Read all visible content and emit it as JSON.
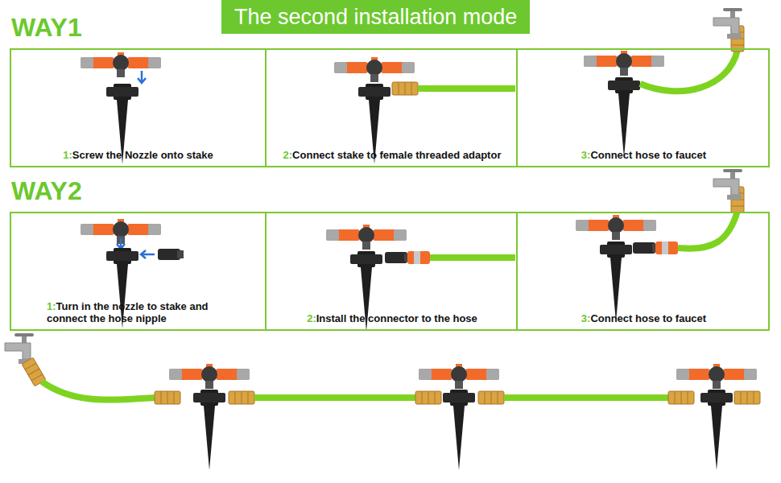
{
  "diagram": {
    "title": "The second installation mode",
    "nodes": [
      {
        "text": [
          "WAY1"
        ]
      },
      {
        "text": [
          "1:",
          "Screw the Nozzle onto stake"
        ],
        "in": 0
      },
      {
        "text": [
          "2:",
          "Connect stake to female threaded adaptor"
        ],
        "in": 0
      },
      {
        "text": [
          "3:",
          "Connect hose to faucet"
        ],
        "in": 0
      },
      {
        "text": [
          "WAY2"
        ]
      },
      {
        "text": [
          "1:",
          "Turn in the nozzle to stake and connect the hose nipple"
        ],
        "in": 4
      },
      {
        "text": [
          "2:",
          "Install the connector to the hose"
        ],
        "in": 4
      },
      {
        "text": [
          "3:",
          "Connect hose to faucet"
        ],
        "in": 4
      }
    ]
  }
}
